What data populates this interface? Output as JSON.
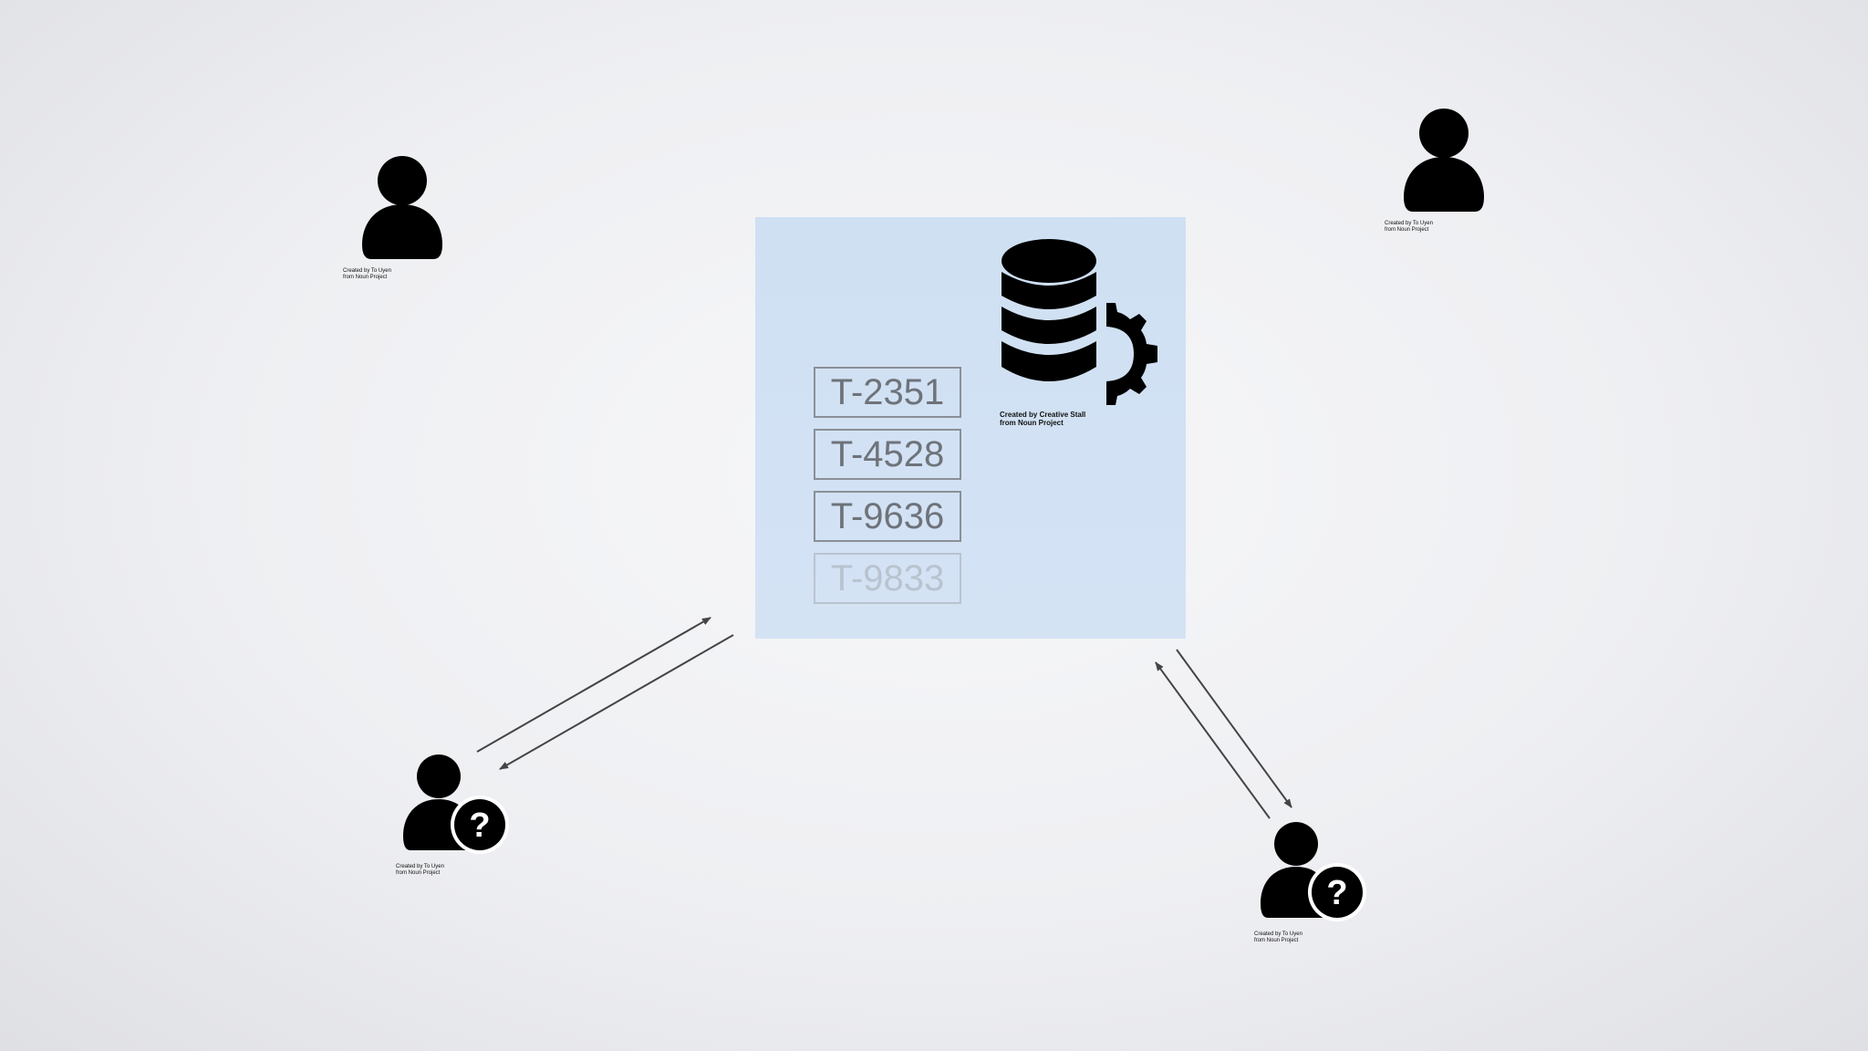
{
  "users": [
    {
      "id": "user-top-left",
      "credit_line1": "Created by To Uyen",
      "credit_line2": "from Noun Project"
    },
    {
      "id": "user-top-right",
      "credit_line1": "Created by To Uyen",
      "credit_line2": "from Noun Project"
    },
    {
      "id": "user-question-bottom-left",
      "credit_line1": "Created by To Uyen",
      "credit_line2": "from Noun Project"
    },
    {
      "id": "user-question-bottom-right",
      "credit_line1": "Created by To Uyen",
      "credit_line2": "from Noun Project"
    }
  ],
  "database": {
    "icon": "database-gear-icon",
    "credit_line1": "Created by Creative Stall",
    "credit_line2": "from Noun Project"
  },
  "tickets": [
    "T-2351",
    "T-4528",
    "T-9636",
    "T-9833"
  ],
  "colors": {
    "panel": "#cfe0f3",
    "icon": "#000000",
    "arrow": "#444444",
    "ticket_border": "#8a8f96",
    "ticket_faded": "#b9c3cf"
  }
}
